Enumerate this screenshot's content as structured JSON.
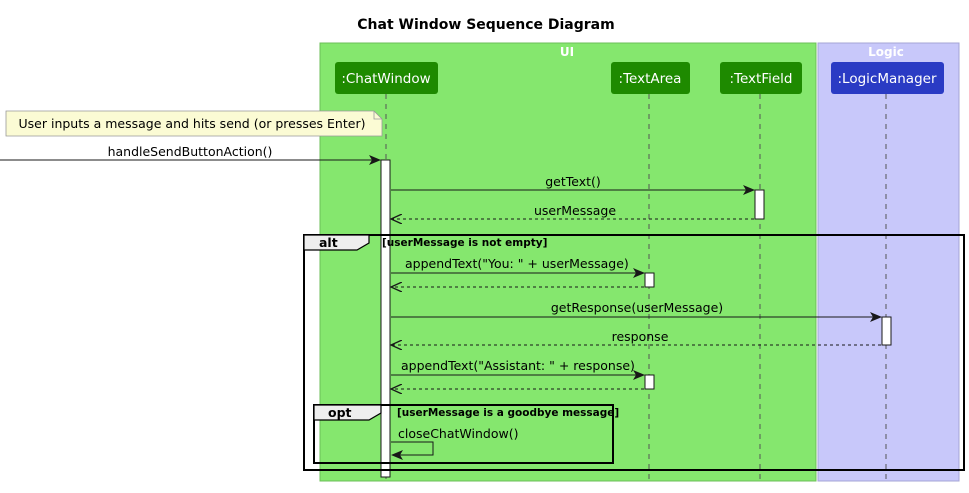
{
  "title": "Chat Window Sequence Diagram",
  "colors": {
    "ui_box": "#85e76e",
    "logic_box": "#c8c8fa",
    "ui_participant": "#1e8a00",
    "logic_participant": "#2a3bc4",
    "note": "#fbfbd4"
  },
  "boxes": {
    "ui": "UI",
    "logic": "Logic"
  },
  "participants": {
    "chat_window": ":ChatWindow",
    "text_area": ":TextArea",
    "text_field": ":TextField",
    "logic_manager": ":LogicManager"
  },
  "note": "User inputs a message and hits send (or presses Enter)",
  "messages": {
    "handle_send": "handleSendButtonAction()",
    "get_text": "getText()",
    "user_message": "userMessage",
    "append_you": "appendText(\"You: \" + userMessage)",
    "get_response": "getResponse(userMessage)",
    "response": "response",
    "append_assistant": "appendText(\"Assistant: \" + response)",
    "close_window": "closeChatWindow()"
  },
  "fragments": {
    "alt_tag": "alt",
    "alt_guard": "[userMessage is not empty]",
    "opt_tag": "opt",
    "opt_guard": "[userMessage is a goodbye message]"
  }
}
